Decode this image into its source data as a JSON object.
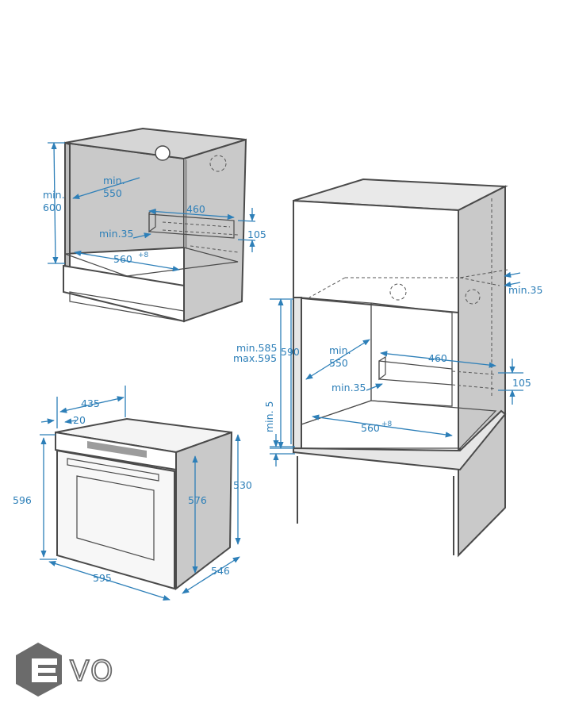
{
  "colors": {
    "dimension": "#2d7fb8",
    "panel": "#c9c9c9",
    "panel_light": "#e2e2e2",
    "outline": "#4a4a4a",
    "logo": "#6b6b6b"
  },
  "under_counter": {
    "min_label": "min.",
    "height_value": "600",
    "depth_label": "min.\n550",
    "depth_min": "min.",
    "depth_value": "550",
    "vent_width": "460",
    "vent_min": "min.35",
    "vent_height": "105",
    "width_value": "560",
    "width_tolerance": "+8"
  },
  "oven": {
    "depth_top": "435",
    "panel_gap": "20",
    "height": "596",
    "front_height": "576",
    "side_height": "530",
    "width": "595",
    "depth": "546"
  },
  "tall_unit": {
    "top_gap": "min.35",
    "height_range_min": "min.585",
    "height_range_max": "max.595",
    "height_value": "590",
    "depth_min": "min.",
    "depth_value": "550",
    "vent_width": "460",
    "vent_min": "min.35",
    "vent_height": "105",
    "floor_gap": "min. 5",
    "width_value": "560",
    "width_tolerance": "+8"
  },
  "logo": {
    "text": "VO",
    "icon": "hexagon-e-logo-icon"
  }
}
